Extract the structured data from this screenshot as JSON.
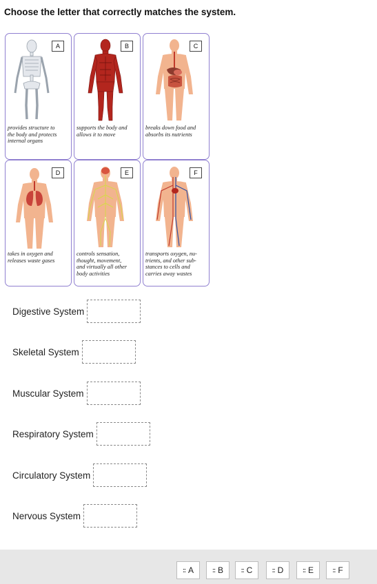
{
  "title": "Choose the letter that correctly matches the system.",
  "cards": [
    {
      "letter": "A",
      "lines": [
        "provides structure to",
        "the body and protects",
        "internal organs"
      ]
    },
    {
      "letter": "B",
      "lines": [
        "supports the body and",
        "allows it to move"
      ]
    },
    {
      "letter": "C",
      "lines": [
        "breaks down food and",
        "absorbs its nutrients"
      ]
    },
    {
      "letter": "D",
      "lines": [
        "takes in oxygen and",
        "releases waste gases"
      ]
    },
    {
      "letter": "E",
      "lines": [
        "controls sensation,",
        "thought, movement,",
        "and virtually all other",
        "body activities"
      ]
    },
    {
      "letter": "F",
      "lines": [
        "transports oxygen, nu-",
        "trients, and other sub-",
        "stances to cells and",
        "carries away wastes"
      ]
    }
  ],
  "systems": [
    {
      "label": "Digestive System"
    },
    {
      "label": "Skeletal System"
    },
    {
      "label": "Muscular System"
    },
    {
      "label": "Respiratory System"
    },
    {
      "label": "Circulatory System"
    },
    {
      "label": "Nervous System"
    }
  ],
  "options": [
    "A",
    "B",
    "C",
    "D",
    "E",
    "F"
  ],
  "grip_glyph": "::",
  "colors": {
    "card_border": "#8f7fd0",
    "tray": "#e7e7e7",
    "skin": "#f2b48f",
    "muscle": "#b3261e",
    "skeleton": "#d9dde3"
  }
}
